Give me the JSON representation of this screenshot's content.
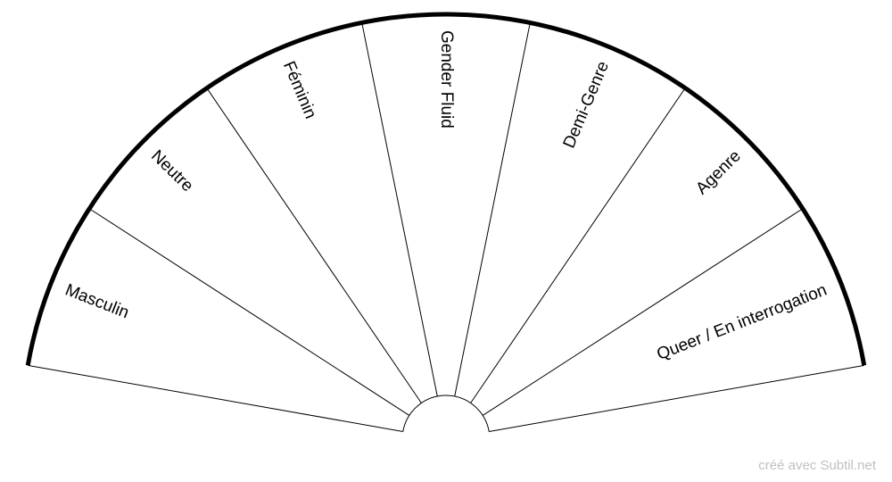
{
  "segments": [
    "Masculin",
    "Neutre",
    "Féminin",
    "Gender Fluid",
    "Demi-Genre",
    "Agenre",
    "Queer / En interrogation"
  ],
  "credit": "créé avec Subtil.net",
  "colors": {
    "line": "#000000",
    "credit": "#c0c0c0",
    "background": "#ffffff"
  }
}
